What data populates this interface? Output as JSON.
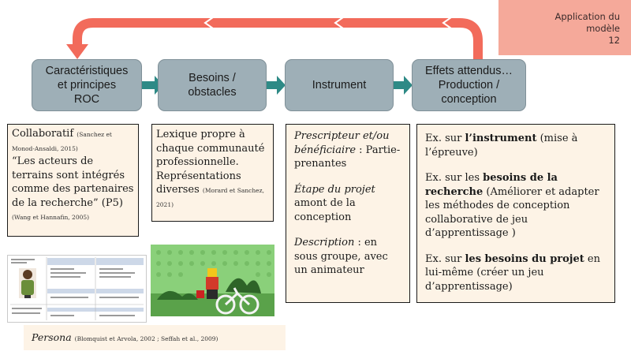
{
  "corner": {
    "line1": "Application du",
    "line2": "modèle",
    "page": "12"
  },
  "stages": [
    {
      "lines": [
        "Caractéristiques",
        "et principes",
        "ROC"
      ]
    },
    {
      "lines": [
        "Besoins /",
        "obstacles"
      ]
    },
    {
      "lines": [
        "Instrument"
      ]
    },
    {
      "lines": [
        "Effets attendus…",
        "Production /",
        "conception"
      ]
    }
  ],
  "box1": {
    "title": "Collaboratif",
    "ref1": "(Sanchez et Monod-Ansaldi, 2015)",
    "quote": "“Les acteurs de terrains sont intégrés comme des partenaires de la recherche” (P5)",
    "ref2": "(Wang et Hannafin, 2005)"
  },
  "box2": {
    "text": "Lexique propre à chaque communauté professionnelle. Représentations diverses",
    "ref": "(Morard et Sanchez, 2021)"
  },
  "box3": {
    "l1_label": "Prescripteur",
    "l1_mid": " et/ou ",
    "l1_label2": "bénéficiaire",
    "l1_rest": " : Partie-prenantes",
    "l2_label": "Étape du projet",
    "l2_rest": " amont de la conception",
    "l3_label": "Description",
    "l3_rest": " : en sous groupe, avec un animateur"
  },
  "box4": {
    "p1_pre": "Ex. sur ",
    "p1_bold": "l’instrument",
    "p1_post": " (mise à l’épreuve)",
    "p2_pre": "Ex. sur les ",
    "p2_bold": "besoins de la recherche",
    "p2_post": " (Améliorer et adapter les méthodes de conception collaborative de jeu d’apprentissage )",
    "p3_pre": "Ex. sur ",
    "p3_bold": "les besoins du projet",
    "p3_post": " en lui-même (créer un jeu d’apprentissage)"
  },
  "caption": {
    "label": "Persona",
    "ref": "(Blomquist et Arvola, 2002 ; Seffah et al., 2009)"
  },
  "colors": {
    "arrow_red": "#f26b5b",
    "arrow_teal": "#2e8a86",
    "stage_fill": "#9eafb7",
    "box_fill": "#fdf3e6"
  }
}
